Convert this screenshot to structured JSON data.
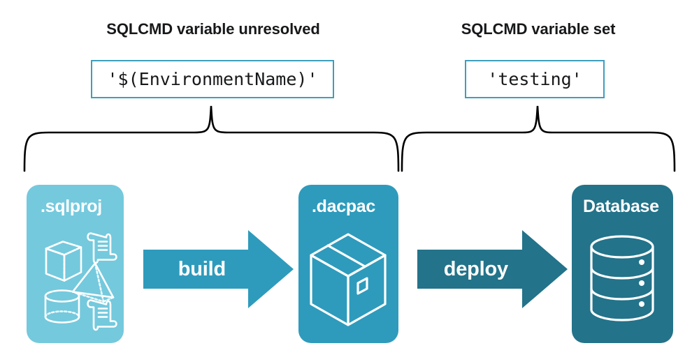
{
  "diagram": {
    "title_left": "SQLCMD variable unresolved",
    "title_right": "SQLCMD variable set",
    "code_left": "'$(EnvironmentName)'",
    "code_right": "'testing'",
    "stages": [
      {
        "label": ".sqlproj",
        "art": "project-artifacts-icon",
        "fill": "#74c9dd"
      },
      {
        "label": ".dacpac",
        "art": "package-box-icon",
        "fill": "#2e9bbc"
      },
      {
        "label": "Database",
        "art": "database-cylinder-icon",
        "fill": "#23738a"
      }
    ],
    "arrows": [
      {
        "label": "build",
        "fill": "#2e9bbc"
      },
      {
        "label": "deploy",
        "fill": "#23738a"
      }
    ],
    "colors": {
      "light_teal": "#74c9dd",
      "mid_teal": "#2e9bbc",
      "dark_teal": "#23738a",
      "code_border": "#3e9ebc",
      "text": "#17181a",
      "background": "#ffffff",
      "brace_stroke": "#000000"
    },
    "braces": {
      "left_span_label": "sqlproj-to-dacpac",
      "right_span_label": "dacpac-to-database"
    }
  }
}
